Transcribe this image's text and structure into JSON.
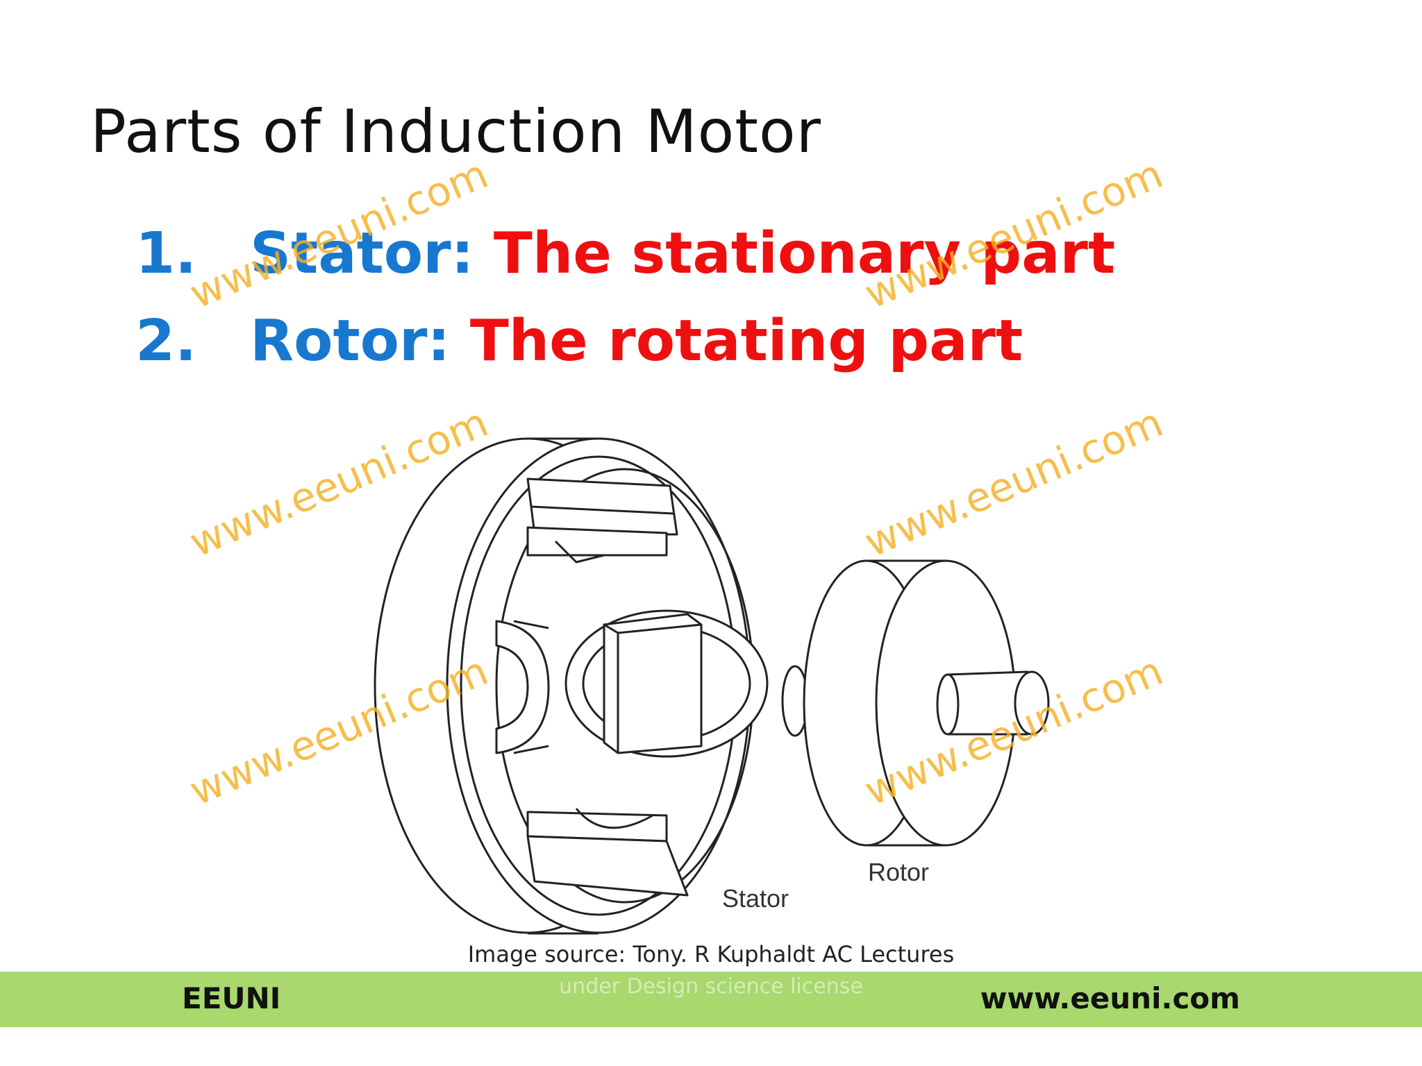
{
  "title": "Parts of Induction Motor",
  "list": [
    {
      "number": "1.",
      "term": "Stator:",
      "description": "The stationary part"
    },
    {
      "number": "2.",
      "term": "Rotor:",
      "description": "The rotating part"
    }
  ],
  "diagram": {
    "labels": {
      "rotor": "Rotor",
      "stator": "Stator"
    }
  },
  "image_source": "Image source: Tony. R Kuphaldt  AC Lectures",
  "footer": {
    "left": "EEUNI",
    "license": "under Design science license",
    "right": "www.eeuni.com",
    "bar_color": "#a8d86e"
  },
  "watermark": "www.eeuni.com",
  "colors": {
    "term": "#1878cf",
    "description": "#ee1010",
    "watermark": "#f4b024"
  }
}
